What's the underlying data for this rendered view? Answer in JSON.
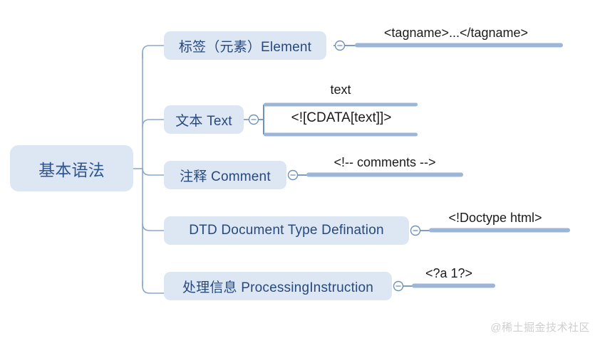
{
  "diagram": {
    "type": "mindmap",
    "root": {
      "label": "基本语法"
    },
    "branches": [
      {
        "id": "element",
        "label": "标签（元素）Element",
        "toggle": "collapse-minus-icon",
        "children": [
          {
            "label": "<tagname>...</tagname>"
          }
        ]
      },
      {
        "id": "text",
        "label": "文本 Text",
        "toggle": "collapse-minus-icon",
        "children": [
          {
            "label": "text"
          },
          {
            "label": "<![CDATA[text]]>"
          }
        ]
      },
      {
        "id": "comment",
        "label": "注释 Comment",
        "toggle": "collapse-minus-icon",
        "children": [
          {
            "label": "<!-- comments -->"
          }
        ]
      },
      {
        "id": "dtd",
        "label": "DTD Document Type Defination",
        "toggle": "collapse-minus-icon",
        "children": [
          {
            "label": "<!Doctype html>"
          }
        ]
      },
      {
        "id": "pi",
        "label": "处理信息 ProcessingInstruction",
        "toggle": "collapse-minus-icon",
        "children": [
          {
            "label": "<?a 1?>"
          }
        ]
      }
    ]
  },
  "watermark": {
    "text": "@稀土掘金技术社区"
  },
  "colors": {
    "node_fill": "#dce7f3",
    "node_text": "#28497c",
    "root_text": "#2f5590",
    "connector": "#8aa9ce",
    "leaf_bar": "#9cb6d8",
    "leaf_text": "#1b1b1b",
    "background": "#ffffff",
    "watermark_text": "#cfcfcf"
  }
}
